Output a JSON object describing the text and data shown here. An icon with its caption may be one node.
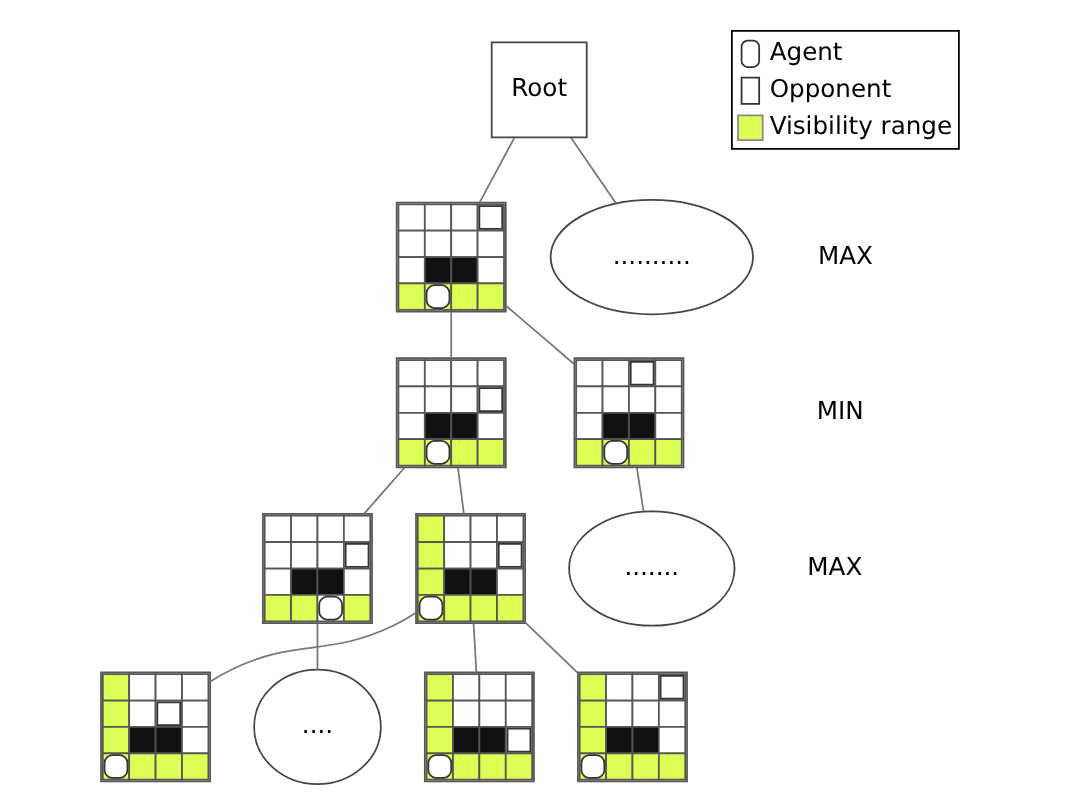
{
  "diagram": {
    "nodes": [
      {
        "text": [
          "Root"
        ]
      },
      {
        "text": [],
        "shape": "picture"
      },
      {
        "text": [
          ".........."
        ]
      },
      {
        "text": [],
        "shape": "picture"
      },
      {
        "text": [],
        "shape": "picture"
      },
      {
        "text": [],
        "shape": "picture"
      },
      {
        "text": [],
        "shape": "picture"
      },
      {
        "text": [
          "......."
        ]
      },
      {
        "text": [
          "...."
        ]
      },
      {
        "text": [],
        "shape": "picture"
      },
      {
        "text": [],
        "shape": "picture"
      },
      {
        "text": [],
        "shape": "picture"
      }
    ],
    "edges": [
      {
        "from": 0,
        "to": 1,
        "arrow": "none"
      },
      {
        "from": 0,
        "to": 2,
        "arrow": "none"
      },
      {
        "from": 1,
        "to": 3,
        "arrow": "none"
      },
      {
        "from": 1,
        "to": 4,
        "arrow": "none"
      },
      {
        "from": 3,
        "to": 5,
        "arrow": "none"
      },
      {
        "from": 3,
        "to": 6,
        "arrow": "none"
      },
      {
        "from": 4,
        "to": 7,
        "arrow": "none"
      },
      {
        "from": 5,
        "to": 8,
        "arrow": "none"
      },
      {
        "from": 6,
        "to": 9,
        "arrow": "none"
      },
      {
        "from": 6,
        "to": 10,
        "arrow": "none"
      },
      {
        "from": 6,
        "to": 11,
        "arrow": "none"
      }
    ],
    "labels": [
      "MAX",
      "MIN",
      "MAX"
    ],
    "legend": [
      {
        "text": "Agent"
      },
      {
        "text": "Opponent"
      },
      {
        "text": "Visibility range",
        "color": "#ddff55"
      }
    ]
  }
}
